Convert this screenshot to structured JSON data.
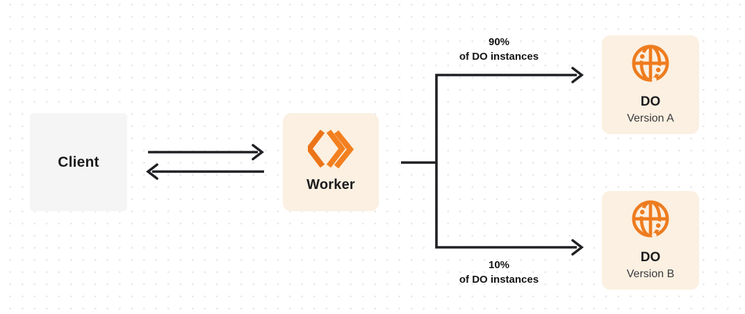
{
  "nodes": {
    "client": {
      "label": "Client"
    },
    "worker": {
      "label": "Worker"
    },
    "do_version_a": {
      "title": "DO",
      "subtitle": "Version A"
    },
    "do_version_b": {
      "title": "DO",
      "subtitle": "Version B"
    }
  },
  "edges": {
    "top_branch": {
      "label_line1": "90%",
      "label_line2": "of DO instances"
    },
    "bottom_branch": {
      "label_line1": "10%",
      "label_line2": "of DO instances"
    }
  },
  "icons": {
    "worker": "cloudflare-workers-chevrons-icon",
    "durable_object": "globe-network-icon"
  },
  "colors": {
    "accent_orange": "#F38020",
    "globe_orange": "#EE7C1F",
    "node_cream_bg": "#FBF0E1",
    "node_gray_bg": "#F5F5F6",
    "connector_dark": "#1F2023",
    "text_primary": "#1C1C1E",
    "text_secondary": "#3A3A3E",
    "dot_grid": "#E8E8E8"
  }
}
